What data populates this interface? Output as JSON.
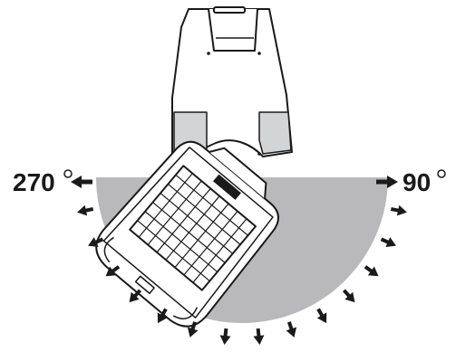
{
  "diagram": {
    "labels": {
      "left_angle": "270°",
      "right_angle": "90°"
    },
    "arrow_count": 14,
    "colors": {
      "sweep_area": "#b9b9bc",
      "station_panel": "#d3d4d6",
      "outline": "#1a1a1a",
      "background": "#ffffff"
    },
    "icons": [
      "charging-station-icon",
      "robotic-mower-icon",
      "direction-arrow-icon"
    ]
  }
}
